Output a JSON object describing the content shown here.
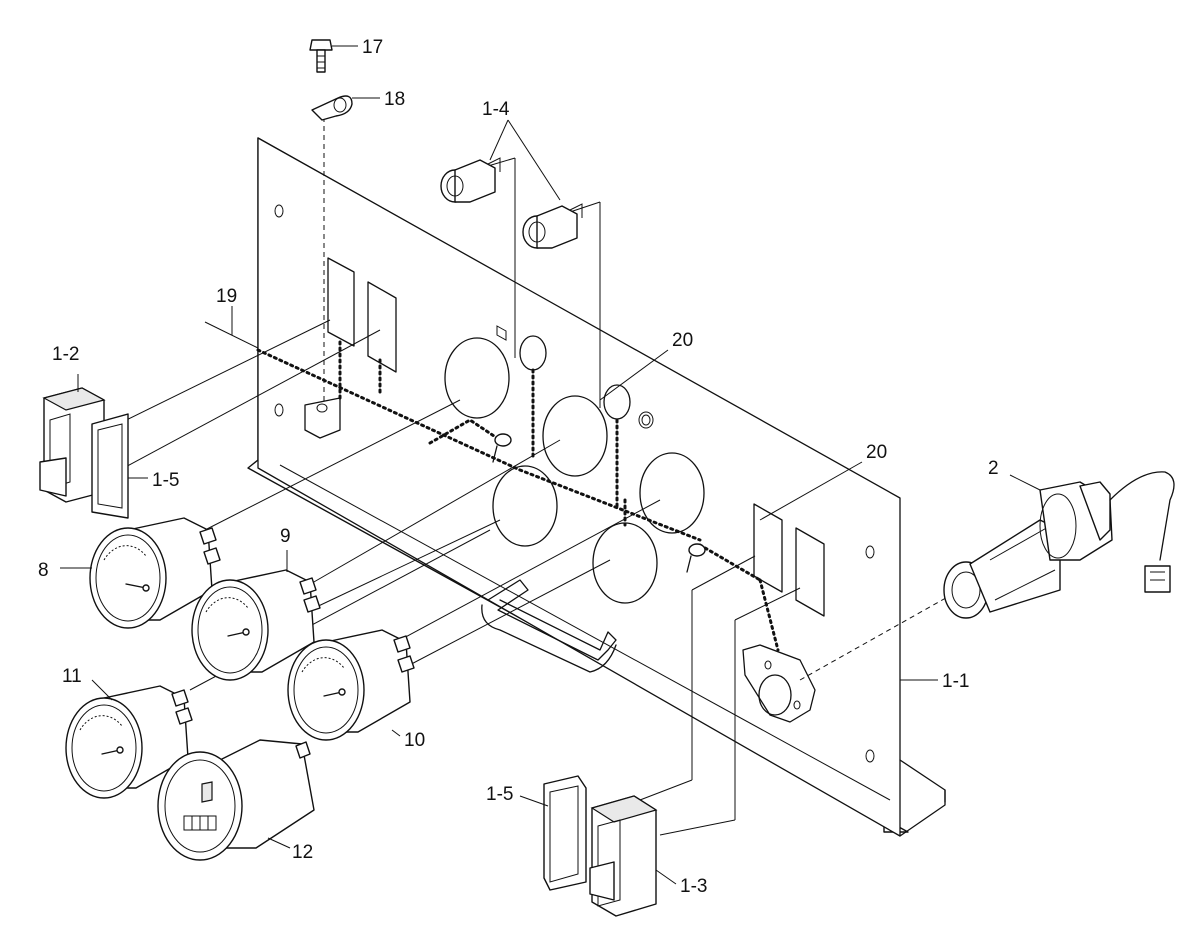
{
  "figure": {
    "callouts": {
      "c17": "17",
      "c18": "18",
      "c14": "1-4",
      "c19": "19",
      "c12": "1-2",
      "c15a": "1-5",
      "c20a": "20",
      "c20b": "20",
      "c2": "2",
      "c8": "8",
      "c9": "9",
      "c11": "11",
      "c10": "10",
      "c11b": "1-1",
      "c12b": "12",
      "c15b": "1-5",
      "c13": "1-3"
    }
  }
}
